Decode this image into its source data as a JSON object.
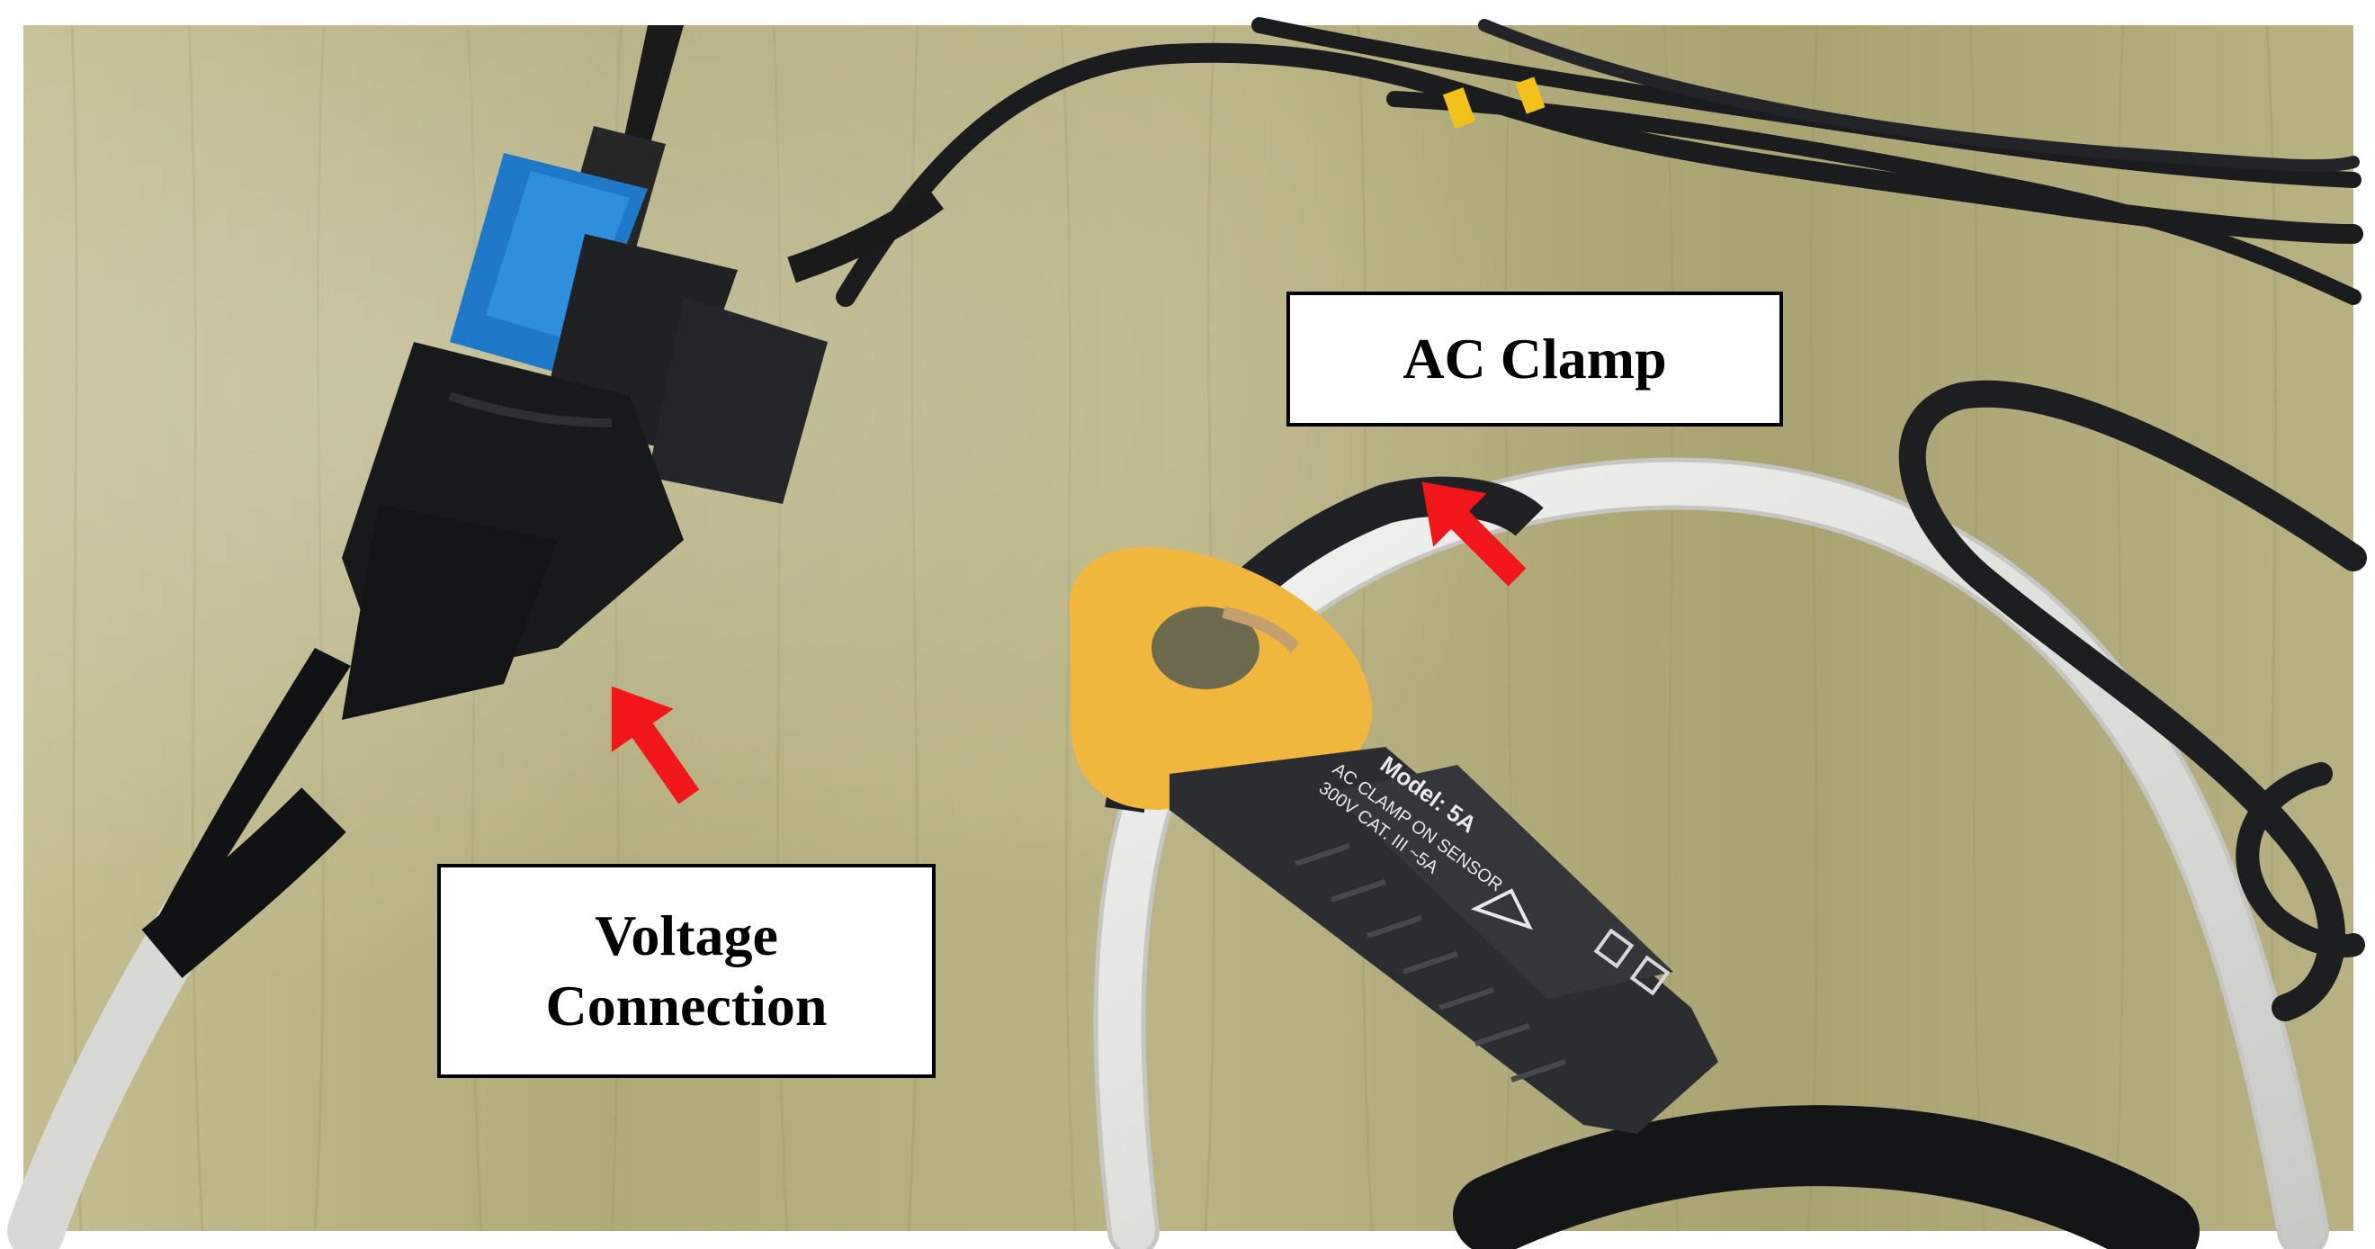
{
  "image": {
    "labels": {
      "ac_clamp": "AC Clamp",
      "voltage_connection_line1": "Voltage",
      "voltage_connection_line2": "Connection"
    },
    "clamp_markings": {
      "model": "Model: 5A",
      "line1": "AC CLAMP ON SENSOR",
      "line2": "300V CAT. III ~5A"
    },
    "colors": {
      "background_wood": "#b6b07e",
      "clamp_yellow": "#f0b73c",
      "clamp_body": "#2b2d30",
      "arrow_red": "#f0161a",
      "label_border": "#000000",
      "connector_blue": "#1e79c8"
    },
    "annotation_arrows": [
      "arrow pointing to AC clamp",
      "arrow pointing to voltage connection"
    ]
  }
}
